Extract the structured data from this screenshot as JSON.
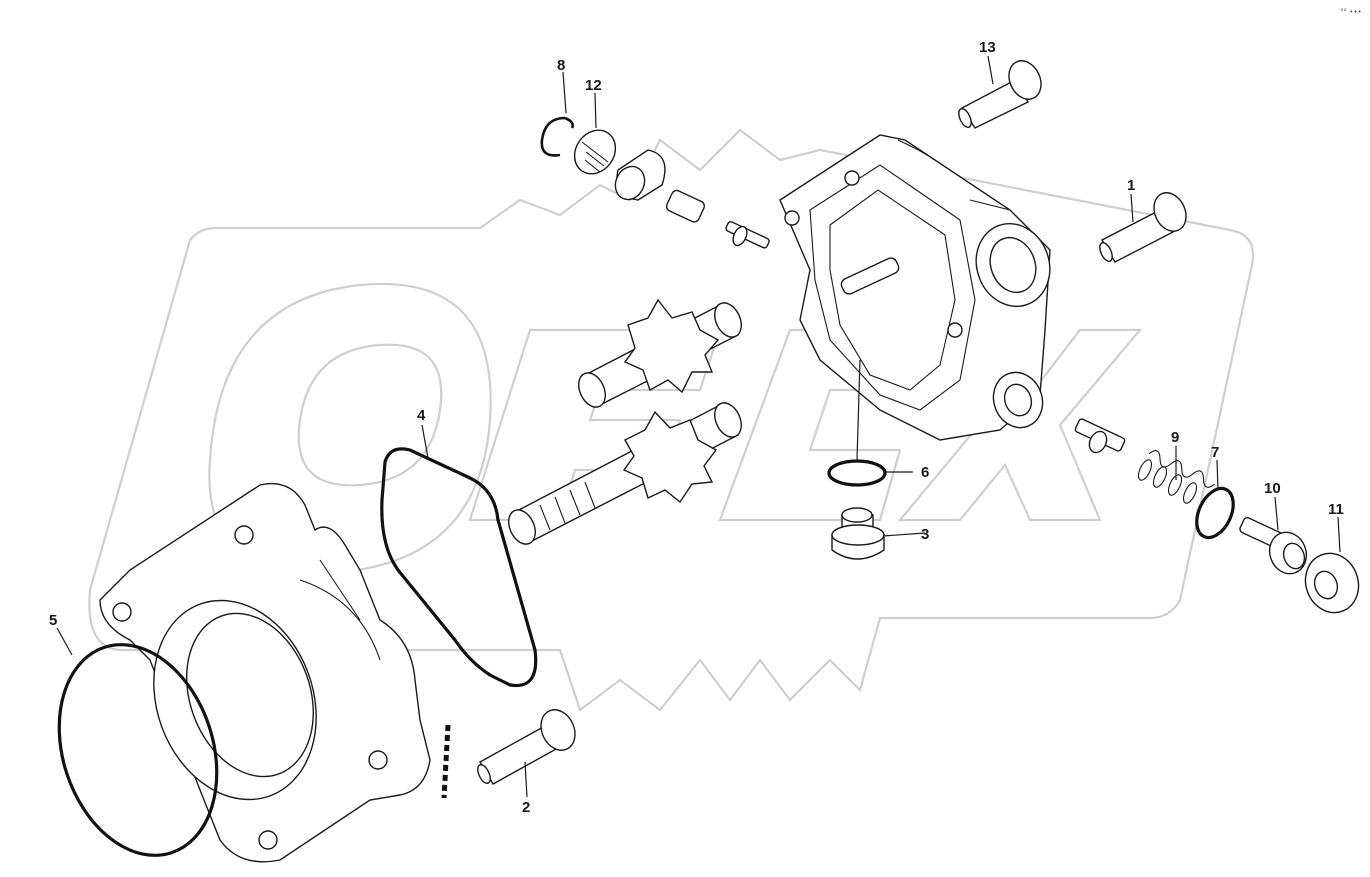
{
  "diagram": {
    "corner_mark": "°° •••",
    "callouts": [
      {
        "id": "1",
        "label": "1"
      },
      {
        "id": "2",
        "label": "2"
      },
      {
        "id": "3",
        "label": "3"
      },
      {
        "id": "4",
        "label": "4"
      },
      {
        "id": "5",
        "label": "5"
      },
      {
        "id": "6",
        "label": "6"
      },
      {
        "id": "7",
        "label": "7"
      },
      {
        "id": "8",
        "label": "8"
      },
      {
        "id": "9",
        "label": "9"
      },
      {
        "id": "10",
        "label": "10"
      },
      {
        "id": "11",
        "label": "11"
      },
      {
        "id": "12",
        "label": "12"
      },
      {
        "id": "13",
        "label": "13"
      }
    ]
  }
}
